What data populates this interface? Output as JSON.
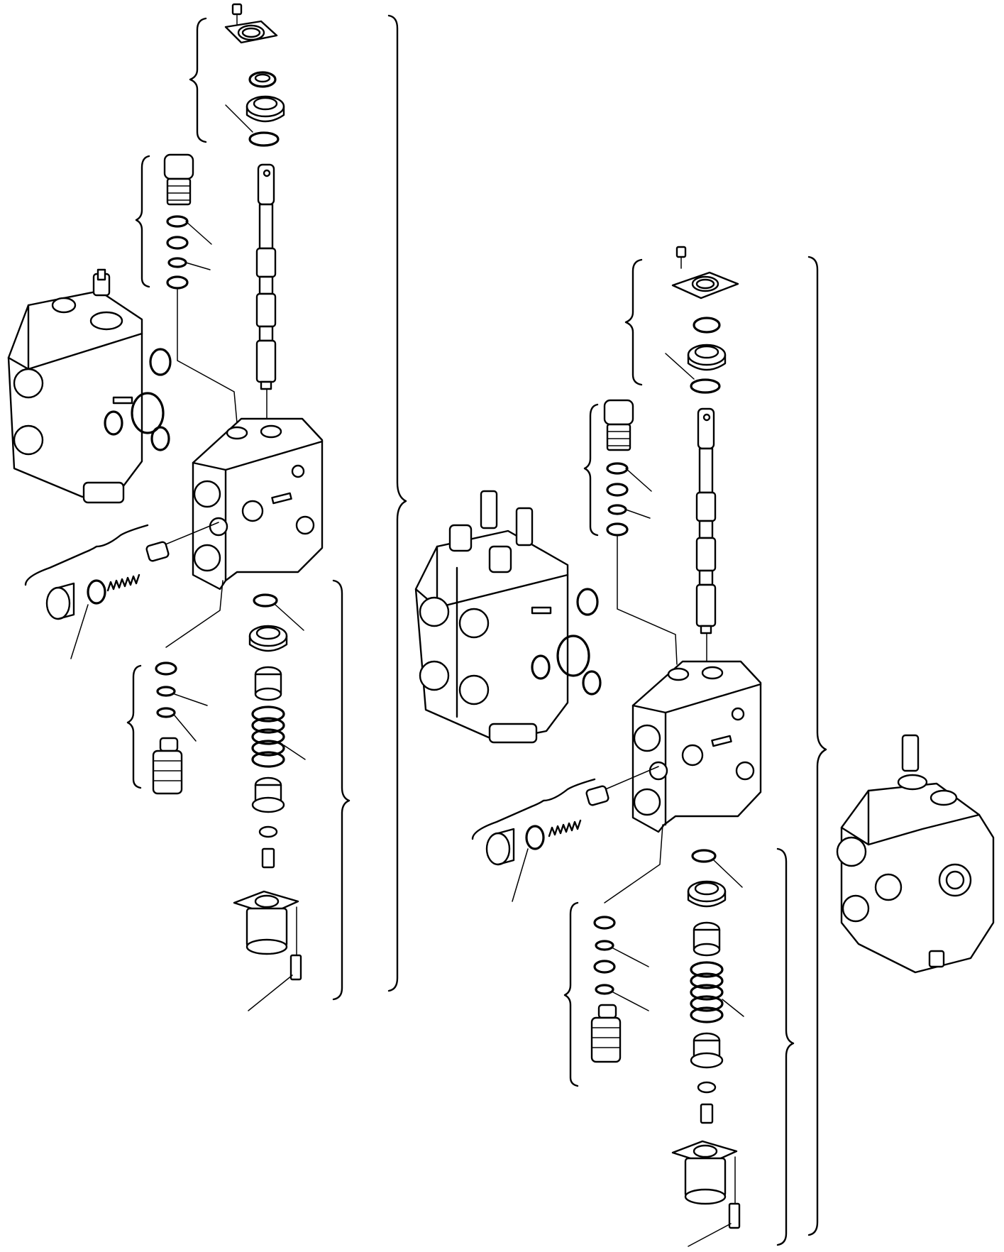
{
  "diagram": {
    "type": "exploded-parts-view",
    "assemblies": [
      {
        "id": "left-section",
        "callout_labels": []
      },
      {
        "id": "right-section",
        "callout_labels": []
      }
    ],
    "reference_views": [
      "two-section-valve-block",
      "single-section-valve-block",
      "end-section-valve-block"
    ],
    "text_labels": []
  }
}
